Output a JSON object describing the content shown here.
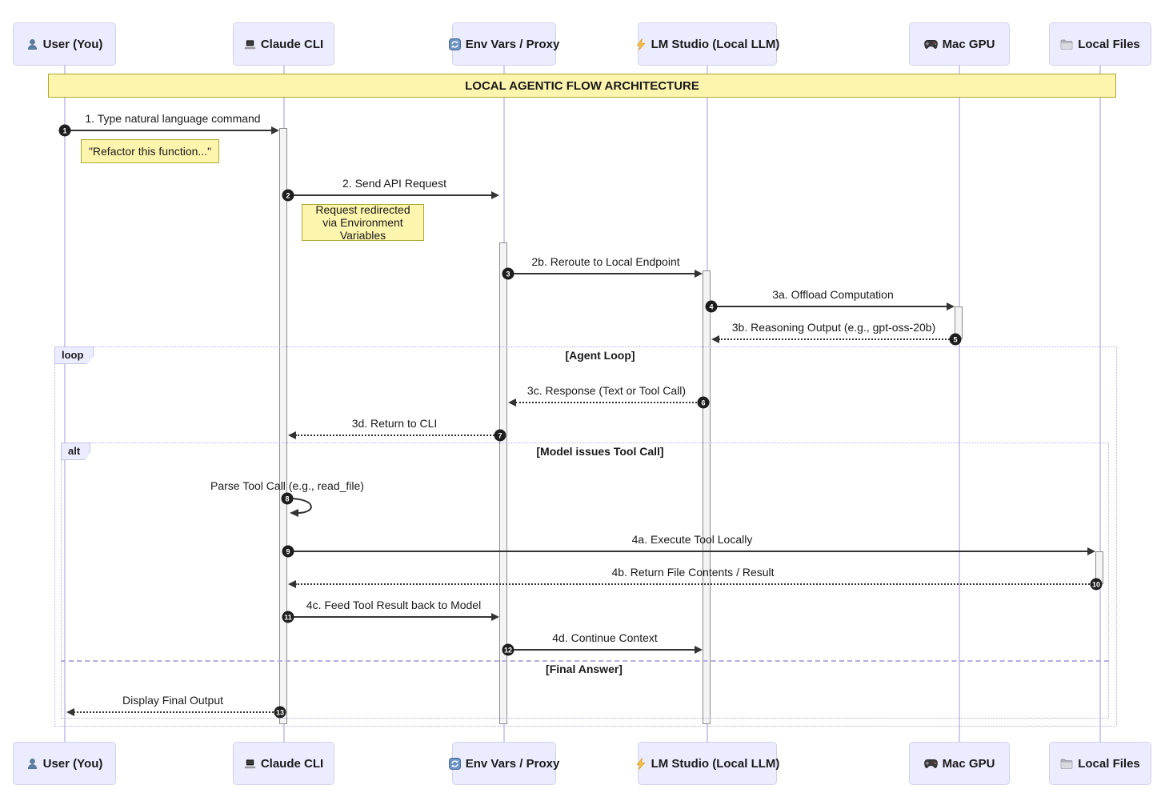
{
  "diagram": {
    "type": "sequence-diagram",
    "title": "LOCAL AGENTIC FLOW ARCHITECTURE",
    "participants": [
      {
        "label": "User (You)",
        "icon": "user-icon"
      },
      {
        "label": "Claude CLI",
        "icon": "laptop-icon"
      },
      {
        "label": "Env Vars / Proxy",
        "icon": "sync-icon"
      },
      {
        "label": "LM Studio (Local LLM)",
        "icon": "lightning-icon"
      },
      {
        "label": "Mac GPU",
        "icon": "gamepad-icon"
      },
      {
        "label": "Local Files",
        "icon": "folder-icon"
      }
    ],
    "messages": [
      {
        "num": "1",
        "label": "1. Type natural language command",
        "from": "User (You)",
        "to": "Claude CLI",
        "style": "solid"
      },
      {
        "num": "2",
        "label": "2. Send API Request",
        "from": "Claude CLI",
        "to": "Env Vars / Proxy",
        "style": "solid"
      },
      {
        "num": "3",
        "label": "2b. Reroute to Local Endpoint",
        "from": "Env Vars / Proxy",
        "to": "LM Studio (Local LLM)",
        "style": "solid"
      },
      {
        "num": "4",
        "label": "3a. Offload Computation",
        "from": "LM Studio (Local LLM)",
        "to": "Mac GPU",
        "style": "solid"
      },
      {
        "num": "5",
        "label": "3b. Reasoning Output (e.g., gpt-oss-20b)",
        "from": "Mac GPU",
        "to": "LM Studio (Local LLM)",
        "style": "dashed"
      },
      {
        "num": "6",
        "label": "3c. Response (Text or Tool Call)",
        "from": "LM Studio (Local LLM)",
        "to": "Env Vars / Proxy",
        "style": "dashed"
      },
      {
        "num": "7",
        "label": "3d. Return to CLI",
        "from": "Env Vars / Proxy",
        "to": "Claude CLI",
        "style": "dashed"
      },
      {
        "num": "8",
        "label": "Parse Tool Call (e.g., read_file)",
        "from": "Claude CLI",
        "to": "Claude CLI",
        "style": "self"
      },
      {
        "num": "9",
        "label": "4a. Execute Tool Locally",
        "from": "Claude CLI",
        "to": "Local Files",
        "style": "solid"
      },
      {
        "num": "10",
        "label": "4b. Return File Contents / Result",
        "from": "Local Files",
        "to": "Claude CLI",
        "style": "dashed"
      },
      {
        "num": "11",
        "label": "4c. Feed Tool Result back to Model",
        "from": "Claude CLI",
        "to": "Env Vars / Proxy",
        "style": "solid"
      },
      {
        "num": "12",
        "label": "4d. Continue Context",
        "from": "Env Vars / Proxy",
        "to": "LM Studio (Local LLM)",
        "style": "solid"
      },
      {
        "num": "13",
        "label": "Display Final Output",
        "from": "Claude CLI",
        "to": "User (You)",
        "style": "dashed"
      }
    ],
    "notes": [
      {
        "text": "\"Refactor this function...\""
      },
      {
        "text": "Request redirected via Environment Variables"
      }
    ],
    "frames": [
      {
        "tag": "loop",
        "condition": "[Agent Loop]"
      },
      {
        "tag": "alt",
        "condition": "[Model issues Tool Call]",
        "divider_condition": "[Final Answer]"
      }
    ],
    "colors": {
      "participant_fill": "#ececff",
      "note_fill": "#fdf5ad",
      "note_border": "#aaaa33",
      "lifeline": "#d2cbee",
      "frame_border": "#b4aee0",
      "arrow": "#333333",
      "number_badge": "#1e1e1e"
    }
  }
}
